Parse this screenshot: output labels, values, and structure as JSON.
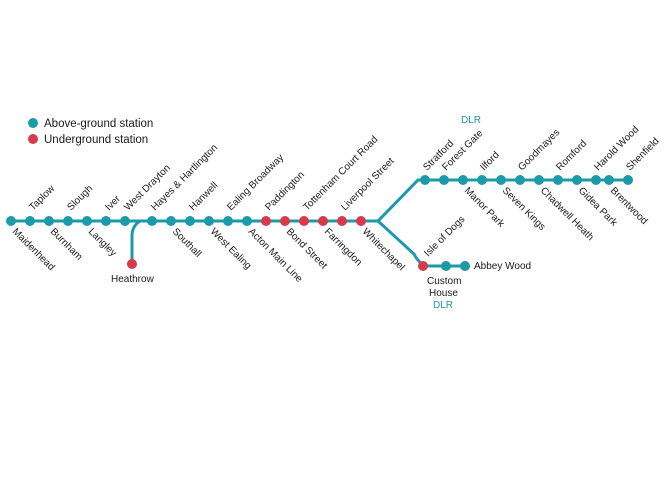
{
  "colors": {
    "line": "#1b9aaa",
    "above_ground": "#1b9aaa",
    "underground": "#d9394a",
    "text": "#1a1a1a"
  },
  "legend": {
    "above_ground": "Above-ground station",
    "underground": "Underground station"
  },
  "dlr_labels": {
    "top": "DLR",
    "bottom": "DLR"
  },
  "stations": {
    "maidenhead": {
      "name": "Maidenhead",
      "type": "above"
    },
    "taplow": {
      "name": "Taplow",
      "type": "above"
    },
    "burnham": {
      "name": "Burnham",
      "type": "above"
    },
    "slough": {
      "name": "Slough",
      "type": "above"
    },
    "langley": {
      "name": "Langley",
      "type": "above"
    },
    "iver": {
      "name": "Iver",
      "type": "above"
    },
    "west_drayton": {
      "name": "West Drayton",
      "type": "above"
    },
    "hayes_harlington": {
      "name": "Hayes & Hartlington",
      "type": "above"
    },
    "heathrow": {
      "name": "Heathrow",
      "type": "underground"
    },
    "southall": {
      "name": "Southall",
      "type": "above"
    },
    "hanwell": {
      "name": "Hanwell",
      "type": "above"
    },
    "west_ealing": {
      "name": "West Ealing",
      "type": "above"
    },
    "ealing_broadway": {
      "name": "Ealing Broadway",
      "type": "above"
    },
    "acton_main_line": {
      "name": "Acton Main Line",
      "type": "above"
    },
    "paddington": {
      "name": "Paddington",
      "type": "underground"
    },
    "bond_street": {
      "name": "Bond Street",
      "type": "underground"
    },
    "tottenham_court_road": {
      "name": "Tottenham Court Road",
      "type": "underground"
    },
    "farringdon": {
      "name": "Farringdon",
      "type": "underground"
    },
    "liverpool_street": {
      "name": "Liverpool Street",
      "type": "underground"
    },
    "whitechapel": {
      "name": "Whitechapel",
      "type": "underground"
    },
    "stratford": {
      "name": "Stratford",
      "type": "above"
    },
    "forest_gate": {
      "name": "Forest Gate",
      "type": "above"
    },
    "manor_park": {
      "name": "Manor Park",
      "type": "above"
    },
    "ilford": {
      "name": "Ilford",
      "type": "above"
    },
    "seven_kings": {
      "name": "Seven Kings",
      "type": "above"
    },
    "goodmayes": {
      "name": "Goodmayes",
      "type": "above"
    },
    "chadwell_heath": {
      "name": "Chadwell Heath",
      "type": "above"
    },
    "romford": {
      "name": "Romford",
      "type": "above"
    },
    "gidea_park": {
      "name": "Gidea Park",
      "type": "above"
    },
    "harold_wood": {
      "name": "Harold Wood",
      "type": "above"
    },
    "brentwood": {
      "name": "Brentwood",
      "type": "above"
    },
    "shenfield": {
      "name": "Shenfield",
      "type": "above"
    },
    "isle_of_dogs": {
      "name": "Isle of Dogs",
      "type": "underground"
    },
    "custom_house_1": "Custom",
    "custom_house_2": "House",
    "abbey_wood": {
      "name": "Abbey Wood",
      "type": "above"
    }
  }
}
